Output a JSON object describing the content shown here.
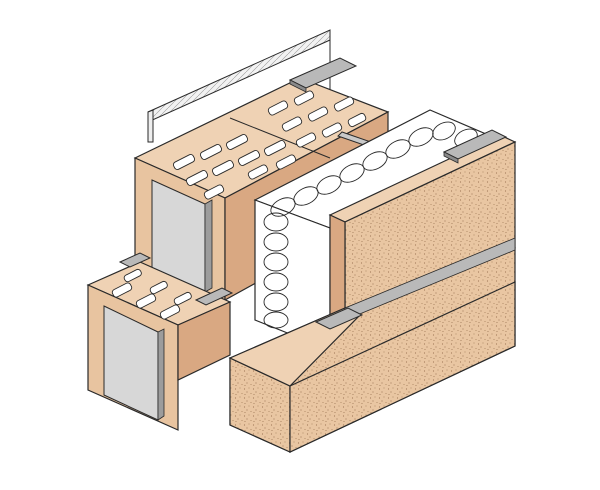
{
  "figure": {
    "subject": "cavity-wall-construction-detail",
    "colors": {
      "background": "#ffffff",
      "outline": "#2a2a2a",
      "brick_front": "#e8c4a0",
      "brick_top": "#efd2b4",
      "brick_side": "#d9a882",
      "facing_brick": "#e9c6a2",
      "speckle": "#a07a58",
      "insulation": "#ffffff",
      "metal_tie": "#b9b9b9",
      "metal_tie_dark": "#8a8a8a",
      "plaster_sheet": "#d7d7d7"
    },
    "components": [
      "insulation-board",
      "inner-leaf-hollow-clay-blocks",
      "lower-hollow-clay-block",
      "mineral-wool-insulation-layer",
      "outer-leaf-facing-brickwork",
      "mortar-bed-strips",
      "wall-tie"
    ]
  }
}
